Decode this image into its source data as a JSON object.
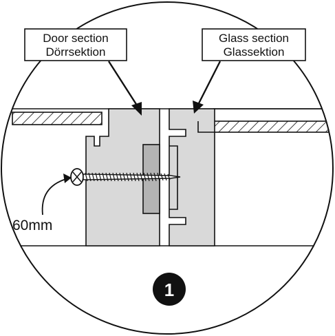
{
  "labels": {
    "door_section_line1": "Door section",
    "door_section_line2": "Dörrsektion",
    "glass_section_line1": "Glass section",
    "glass_section_line2": "Glassektion",
    "screw_length": "60mm",
    "step_number": "1"
  },
  "colors": {
    "section_fill": "#d9d9d9",
    "bracket_fill": "#b3b3b3",
    "line": "#111111",
    "background": "#ffffff"
  },
  "icons": {
    "step_marker": "black-circle-number",
    "screw": "screw-icon"
  }
}
